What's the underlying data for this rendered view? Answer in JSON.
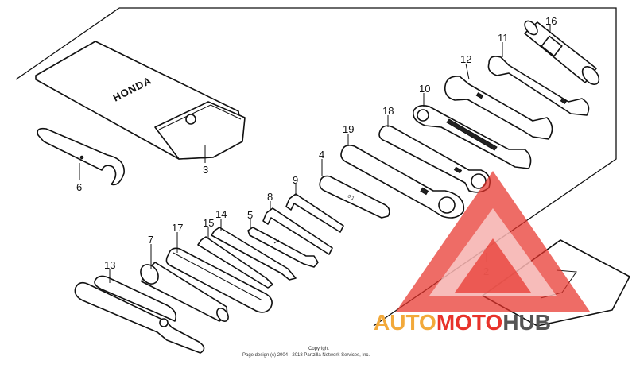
{
  "diagram": {
    "callouts": {
      "c2": "2",
      "c3": "3",
      "c4": "4",
      "c5": "5",
      "c6": "6",
      "c7": "7",
      "c8": "8",
      "c9": "9",
      "c10": "10",
      "c11": "11",
      "c12": "12",
      "c13": "13",
      "c14": "14",
      "c15": "15",
      "c16": "16",
      "c17": "17",
      "c18": "18",
      "c19": "19"
    },
    "pouch_brand": "HONDA",
    "wrench_stamp": "0 1",
    "copyright_line1": "Copyright",
    "copyright_line2": "Page design (c) 2004 - 2018 Partzilla Network Services, Inc."
  },
  "watermark": {
    "part1": "AUTO",
    "part2": "MOTO",
    "part3": "HUB",
    "color_primary": "#f2a93b",
    "color_secondary": "#e8332b",
    "color_tertiary": "#555555"
  }
}
